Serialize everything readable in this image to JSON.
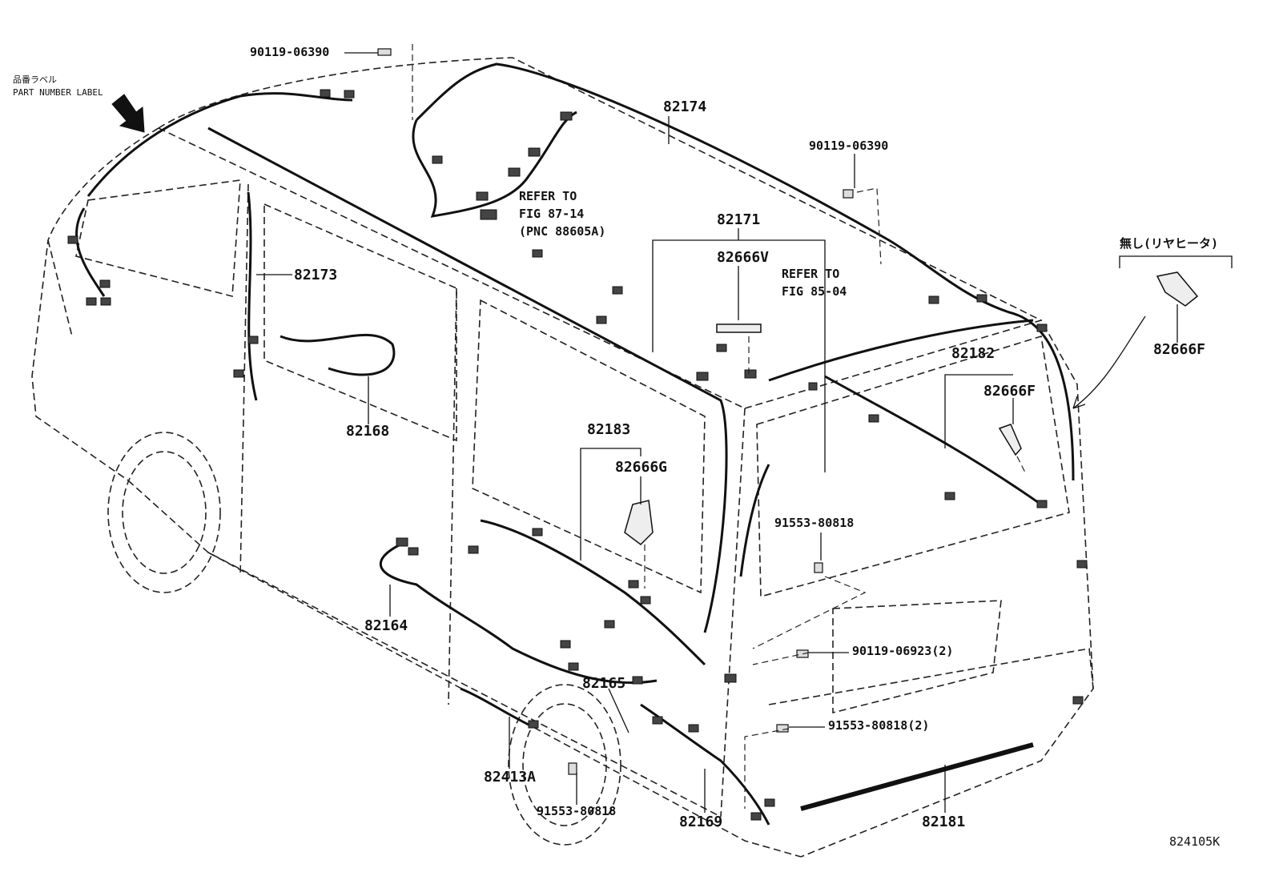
{
  "figure_id": "824105K",
  "part_number_label": {
    "jp": "品番ラベル",
    "en": "PART NUMBER LABEL"
  },
  "rear_heater_note": "無し(リヤヒータ)",
  "part_labels": {
    "p90119_06390_top": "90119-06390",
    "p82174": "82174",
    "p90119_06390_right": "90119-06390",
    "p82171": "82171",
    "p82666V": "82666V",
    "p82173": "82173",
    "p82168": "82168",
    "p82183": "82183",
    "p82666G": "82666G",
    "p82182": "82182",
    "p82666F_right": "82666F",
    "p82666F_inset": "82666F",
    "p91553_80818_a": "91553-80818",
    "p82164": "82164",
    "p82165": "82165",
    "p90119_06923": "90119-06923(2)",
    "p91553_80818_b": "91553-80818(2)",
    "p82413A": "82413A",
    "p91553_80818_c": "91553-80818",
    "p82169": "82169",
    "p82181": "82181"
  },
  "refer_notes": {
    "fig87_line1": "REFER TO",
    "fig87_line2": "FIG 87-14",
    "fig87_line3": "(PNC 88605A)",
    "fig85_line1": "REFER TO",
    "fig85_line2": "FIG 85-04"
  }
}
